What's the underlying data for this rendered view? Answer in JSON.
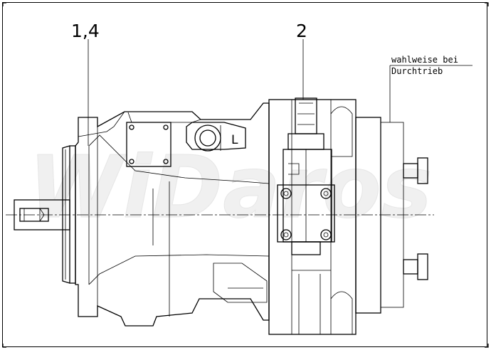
{
  "labels": {
    "part_1_4": "1,4",
    "part_2": "2",
    "port_L": "L",
    "note_line1": "wahlweise bei",
    "note_line2": "Durchtrieb"
  },
  "watermark": "WiDaros",
  "colors": {
    "line": "#000000",
    "background": "#ffffff",
    "watermark": "#eeeeee"
  }
}
